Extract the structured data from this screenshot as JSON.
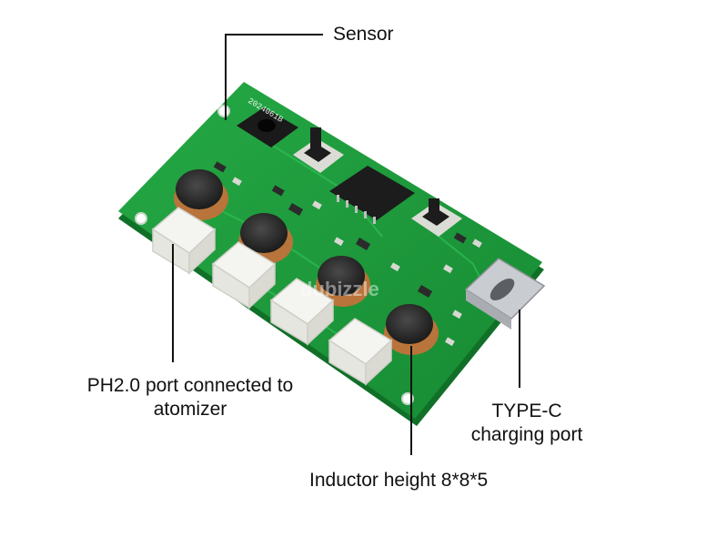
{
  "labels": {
    "sensor": "Sensor",
    "ph_port_line1": "PH2.0 port connected to",
    "ph_port_line2": "atomizer",
    "typec_line1": "TYPE-C",
    "typec_line2": "charging port",
    "inductor": "Inductor height 8*8*5"
  },
  "board": {
    "silkscreen_code": "2024061B",
    "watermark": "dubizzle"
  },
  "colors": {
    "pcb": "#1d9a3a",
    "pcb_edge": "#117028",
    "silk": "#e9f5ea",
    "connector": "#f4f4f0",
    "inductor": "#2a2a2a",
    "copper": "#b8743a",
    "usb": "#c9ccd0",
    "leader": "#111111"
  }
}
